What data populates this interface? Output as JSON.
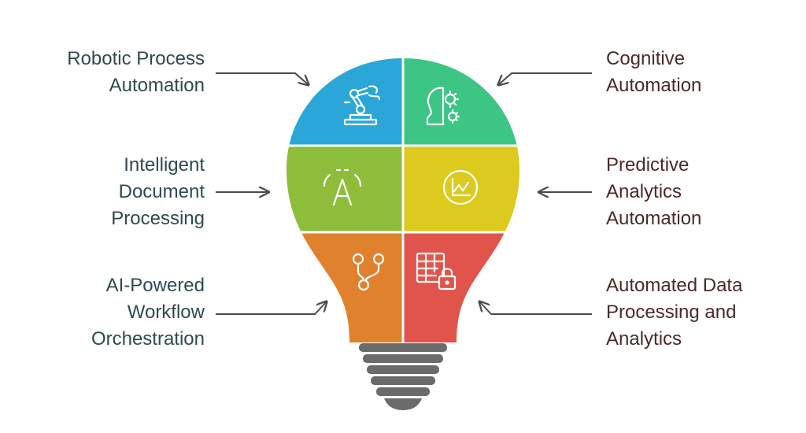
{
  "colors": {
    "left_text": "#2f4a4f",
    "right_text": "#4a2a2a",
    "arrow": "#4a4a4a",
    "bulb_base": "#6b6b6b",
    "segments": {
      "robotic_process_automation": "#2aa7d8",
      "cognitive_automation": "#3cc585",
      "intelligent_document_processing": "#8ebd3b",
      "predictive_analytics_automation": "#dcca1e",
      "ai_powered_workflow_orchestration": "#e0812e",
      "automated_data_processing": "#e0544c"
    }
  },
  "segments": [
    {
      "id": "robotic_process_automation",
      "lines": [
        "Robotic Process",
        "Automation"
      ],
      "icon": "robot-arm-icon"
    },
    {
      "id": "cognitive_automation",
      "lines": [
        "Cognitive",
        "Automation"
      ],
      "icon": "brain-gear-head-icon"
    },
    {
      "id": "intelligent_document_processing",
      "lines": [
        "Intelligent",
        "Document",
        "Processing"
      ],
      "icon": "text-recognition-icon"
    },
    {
      "id": "predictive_analytics_automation",
      "lines": [
        "Predictive",
        "Analytics",
        "Automation"
      ],
      "icon": "trend-chart-icon"
    },
    {
      "id": "ai_powered_workflow_orchestration",
      "lines": [
        "AI-Powered",
        "Workflow",
        "Orchestration"
      ],
      "icon": "branch-flow-icon"
    },
    {
      "id": "automated_data_processing",
      "lines": [
        "Automated Data",
        "Processing and",
        "Analytics"
      ],
      "icon": "locked-table-icon"
    }
  ]
}
